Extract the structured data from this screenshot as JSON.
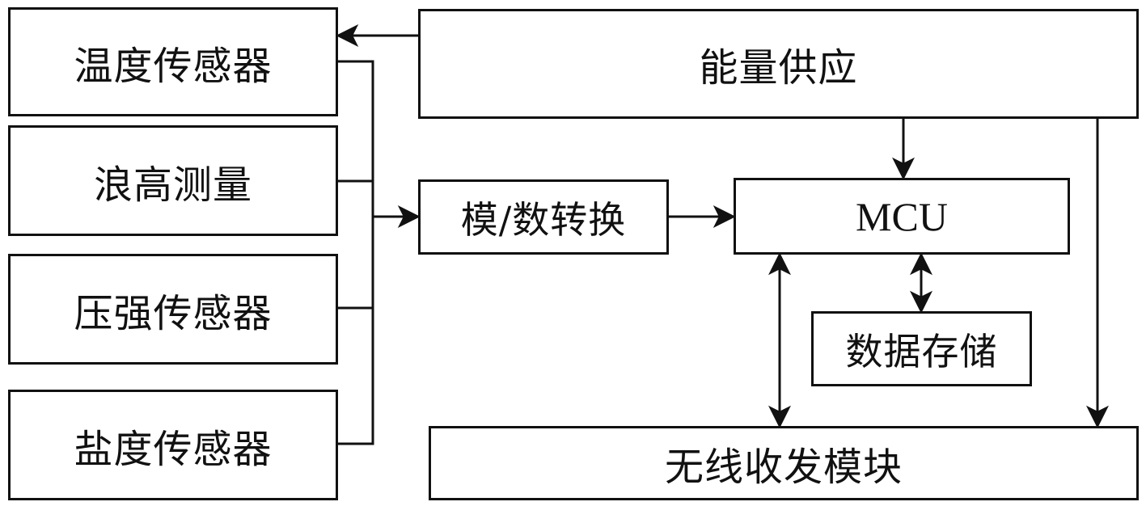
{
  "sensors": {
    "temperature": "温度传感器",
    "wave_height": "浪高测量",
    "pressure": "压强传感器",
    "salinity": "盐度传感器"
  },
  "power_supply": "能量供应",
  "adc": "模/数转换",
  "mcu": "MCU",
  "data_storage": "数据存储",
  "wireless_module": "无线收发模块"
}
